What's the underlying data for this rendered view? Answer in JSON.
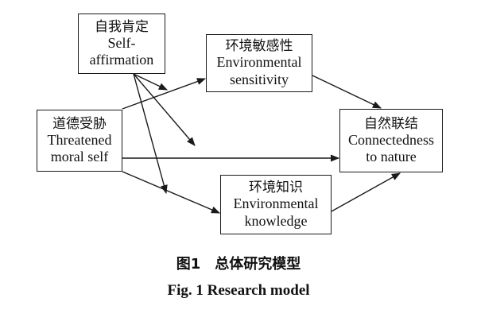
{
  "nodes": {
    "self_affirmation": {
      "zh": "自我肯定",
      "en_line1": "Self-",
      "en_line2": "affirmation"
    },
    "environmental_sensitivity": {
      "zh": "环境敏感性",
      "en_line1": "Environmental",
      "en_line2": "sensitivity"
    },
    "threatened_moral_self": {
      "zh": "道德受胁",
      "en_line1": "Threatened",
      "en_line2": "moral self"
    },
    "connectedness_to_nature": {
      "zh": "自然联结",
      "en_line1": "Connectedness",
      "en_line2": "to nature"
    },
    "environmental_knowledge": {
      "zh": "环境知识",
      "en_line1": "Environmental",
      "en_line2": "knowledge"
    }
  },
  "edges": [
    {
      "from": "threatened_moral_self",
      "to": "environmental_sensitivity"
    },
    {
      "from": "threatened_moral_self",
      "to": "connectedness_to_nature"
    },
    {
      "from": "threatened_moral_self",
      "to": "environmental_knowledge"
    },
    {
      "from": "environmental_sensitivity",
      "to": "connectedness_to_nature"
    },
    {
      "from": "environmental_knowledge",
      "to": "connectedness_to_nature"
    },
    {
      "from": "self_affirmation",
      "to": "path_sensitivity"
    },
    {
      "from": "self_affirmation",
      "to": "path_direct"
    },
    {
      "from": "self_affirmation",
      "to": "path_knowledge"
    }
  ],
  "caption": {
    "zh": "图1　总体研究模型",
    "en": "Fig. 1   Research model"
  },
  "colors": {
    "line": "#1a1a1a",
    "background": "#ffffff"
  }
}
